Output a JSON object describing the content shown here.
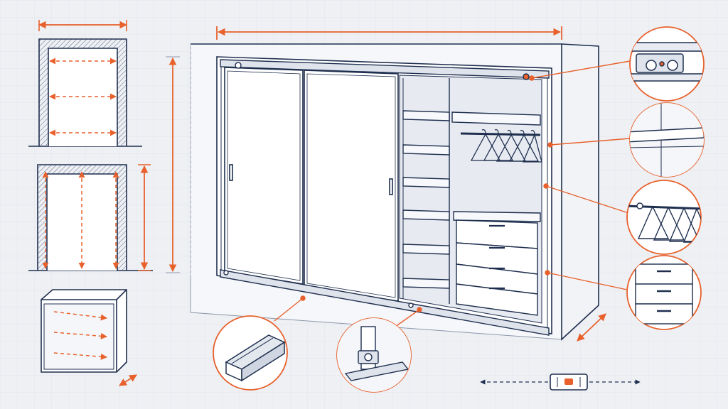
{
  "colors": {
    "background": "#eef0f4",
    "grid": "#d9dde6",
    "line": "#1f2f4f",
    "accent": "#e8612c",
    "panel": "#ffffff",
    "shade": "#d6dbe4"
  },
  "icons": {
    "track_profile": "aluminium-track-icon",
    "roller": "roller-wheel-icon",
    "level": "spirit-level-icon",
    "hanger": "coat-hanger-icon"
  },
  "wardrobe": {
    "door_count": 2,
    "shelf_count": 6,
    "drawer_count": 4,
    "hanger_count": 5
  },
  "callouts": [
    "top-roller",
    "shelf",
    "hanging-rail",
    "drawers",
    "bottom-track",
    "bottom-roller"
  ]
}
